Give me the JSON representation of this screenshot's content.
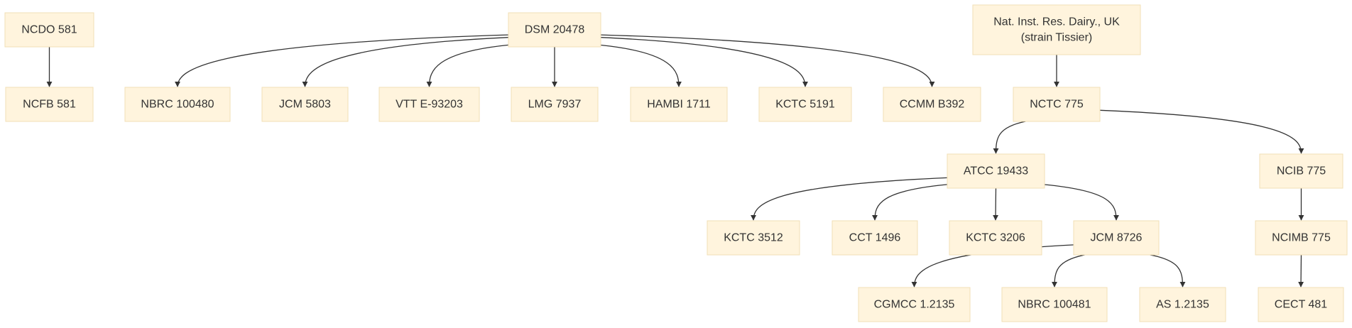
{
  "nodes": [
    {
      "id": "ncdo581",
      "lines": [
        "NCDO 581"
      ]
    },
    {
      "id": "ncfb581",
      "lines": [
        "NCFB 581"
      ]
    },
    {
      "id": "dsm20478",
      "lines": [
        "DSM 20478"
      ]
    },
    {
      "id": "nbrc100480",
      "lines": [
        "NBRC 100480"
      ]
    },
    {
      "id": "jcm5803",
      "lines": [
        "JCM 5803"
      ]
    },
    {
      "id": "vtte93203",
      "lines": [
        "VTT E-93203"
      ]
    },
    {
      "id": "lmg7937",
      "lines": [
        "LMG 7937"
      ]
    },
    {
      "id": "hambi1711",
      "lines": [
        "HAMBI 1711"
      ]
    },
    {
      "id": "kctc5191",
      "lines": [
        "KCTC 5191"
      ]
    },
    {
      "id": "ccmmb392",
      "lines": [
        "CCMM B392"
      ]
    },
    {
      "id": "natinst",
      "lines": [
        "Nat. Inst. Res. Dairy., UK",
        "(strain Tissier)"
      ]
    },
    {
      "id": "nctc775",
      "lines": [
        "NCTC 775"
      ]
    },
    {
      "id": "atcc19433",
      "lines": [
        "ATCC 19433"
      ]
    },
    {
      "id": "ncib775",
      "lines": [
        "NCIB 775"
      ]
    },
    {
      "id": "kctc3512",
      "lines": [
        "KCTC 3512"
      ]
    },
    {
      "id": "cct1496",
      "lines": [
        "CCT 1496"
      ]
    },
    {
      "id": "kctc3206",
      "lines": [
        "KCTC 3206"
      ]
    },
    {
      "id": "jcm8726",
      "lines": [
        "JCM 8726"
      ]
    },
    {
      "id": "ncimb775",
      "lines": [
        "NCIMB 775"
      ]
    },
    {
      "id": "cgmcc12135",
      "lines": [
        "CGMCC 1.2135"
      ]
    },
    {
      "id": "nbrc100481",
      "lines": [
        "NBRC 100481"
      ]
    },
    {
      "id": "as12135",
      "lines": [
        "AS 1.2135"
      ]
    },
    {
      "id": "cect481",
      "lines": [
        "CECT 481"
      ]
    }
  ],
  "edges": [
    [
      "ncdo581",
      "ncfb581"
    ],
    [
      "dsm20478",
      "nbrc100480"
    ],
    [
      "dsm20478",
      "jcm5803"
    ],
    [
      "dsm20478",
      "vtte93203"
    ],
    [
      "dsm20478",
      "lmg7937"
    ],
    [
      "dsm20478",
      "hambi1711"
    ],
    [
      "dsm20478",
      "kctc5191"
    ],
    [
      "dsm20478",
      "ccmmb392"
    ],
    [
      "natinst",
      "nctc775"
    ],
    [
      "nctc775",
      "atcc19433"
    ],
    [
      "nctc775",
      "ncib775"
    ],
    [
      "atcc19433",
      "kctc3512"
    ],
    [
      "atcc19433",
      "cct1496"
    ],
    [
      "atcc19433",
      "kctc3206"
    ],
    [
      "atcc19433",
      "jcm8726"
    ],
    [
      "ncib775",
      "ncimb775"
    ],
    [
      "jcm8726",
      "cgmcc12135"
    ],
    [
      "jcm8726",
      "nbrc100481"
    ],
    [
      "jcm8726",
      "as12135"
    ],
    [
      "ncimb775",
      "cect481"
    ]
  ],
  "colors": {
    "node_fill": "#fff4dd",
    "node_stroke": "#f1dfb6",
    "edge": "#333333",
    "text": "#333333"
  }
}
